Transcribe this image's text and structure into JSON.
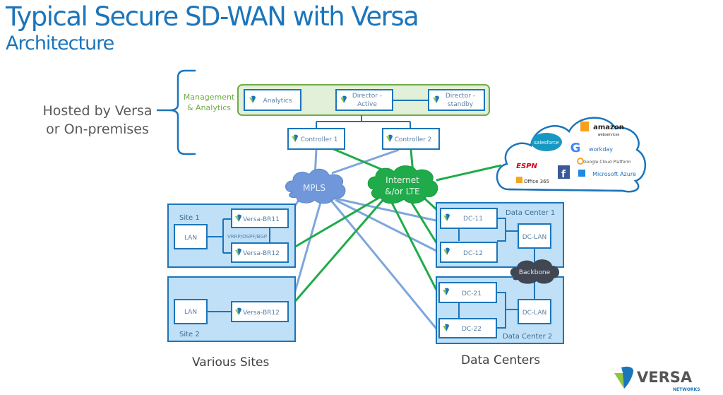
{
  "title": "Typical Secure SD-WAN with Versa",
  "subtitle": "Architecture",
  "hosted_label": [
    "Hosted by Versa",
    "or On-premises"
  ],
  "management_group": {
    "label": [
      "Management",
      "& Analytics"
    ],
    "nodes": {
      "analytics": [
        "Analytics"
      ],
      "director_active": [
        "Director -",
        "Active"
      ],
      "director_standby": [
        "Director -",
        "standby"
      ]
    }
  },
  "controllers": {
    "c1": "Controller 1",
    "c2": "Controller 2"
  },
  "transports": {
    "mpls": [
      "MPLS"
    ],
    "internet": [
      "Internet",
      "&/or LTE"
    ]
  },
  "cloud_services": [
    "salesforce",
    "amazon web services",
    "workday",
    "Google Cloud Platform",
    "ESPN",
    "Microsoft Azure",
    "Office 365",
    "Facebook",
    "Google"
  ],
  "site1": {
    "label": "Site 1",
    "lan": "LAN",
    "protocol": "VRRP/OSPF/BGP",
    "br1": "Versa-BR11",
    "br2": "Versa-BR12"
  },
  "site2": {
    "label": "Site 2",
    "lan": "LAN",
    "br1": "Versa-BR12"
  },
  "dc1": {
    "label": "Data Center 1",
    "n1": "DC-11",
    "n2": "DC-12",
    "lan": "DC-LAN"
  },
  "dc2": {
    "label": "Data Center 2",
    "n1": "DC-21",
    "n2": "DC-22",
    "lan": "DC-LAN"
  },
  "backbone": "Backbone",
  "various_sites": "Various Sites",
  "data_centers": "Data Centers",
  "logo": {
    "name": "VERSA",
    "sub": "NETWORKS"
  },
  "colors": {
    "brand_blue": "#1b75bb",
    "mpls_blue": "#7ea6dc",
    "internet_green": "#1fab4a",
    "mgmt_green": "#70ad47",
    "panel_fill": "#bfe0f7",
    "backbone_gray": "#404652"
  }
}
